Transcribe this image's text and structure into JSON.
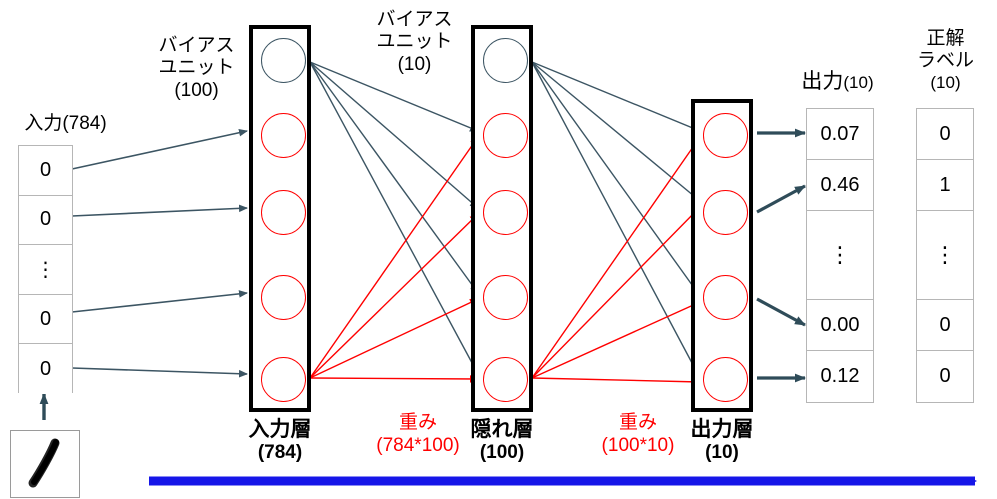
{
  "diagram": {
    "title": "Neural network MNIST architecture diagram",
    "colors": {
      "weight_red": "#ff0000",
      "connection_dark": "#3c5563",
      "flow_arrow_blue": "#1616e8",
      "box_border": "#000000",
      "cell_border": "#b6b6b6"
    }
  },
  "input_column": {
    "title": "入力(784)",
    "cells": [
      "0",
      "0",
      "⋮",
      "0",
      "0"
    ]
  },
  "digit_thumbnail": {
    "name": "handwritten-digit-one",
    "alt": "1"
  },
  "bias_labels": [
    {
      "line1": "バイアス",
      "line2": "ユニット",
      "count": "(100)"
    },
    {
      "line1": "バイアス",
      "line2": "ユニット",
      "count": "(10)"
    }
  ],
  "layers": [
    {
      "name": "入力層",
      "count": "(784)",
      "nodes": 5,
      "has_bias": true
    },
    {
      "name": "隠れ層",
      "count": "(100)",
      "nodes": 5,
      "has_bias": true
    },
    {
      "name": "出力層",
      "count": "(10)",
      "nodes": 4,
      "has_bias": false
    }
  ],
  "weights": [
    {
      "label": "重み",
      "dims": "(784*100)"
    },
    {
      "label": "重み",
      "dims": "(100*10)"
    }
  ],
  "output_column": {
    "title": "出力(10)",
    "title_main": "出力",
    "title_count": "(10)",
    "cells": [
      "0.07",
      "0.46",
      "⋮",
      "0.00",
      "0.12"
    ]
  },
  "label_column": {
    "title_line1": "正解",
    "title_line2": "ラベル",
    "title_count": "(10)",
    "cells": [
      "0",
      "1",
      "⋮",
      "0",
      "0"
    ]
  },
  "flow_axis": {
    "ticks": [
      "(784)",
      "(100)",
      "(10)"
    ]
  }
}
